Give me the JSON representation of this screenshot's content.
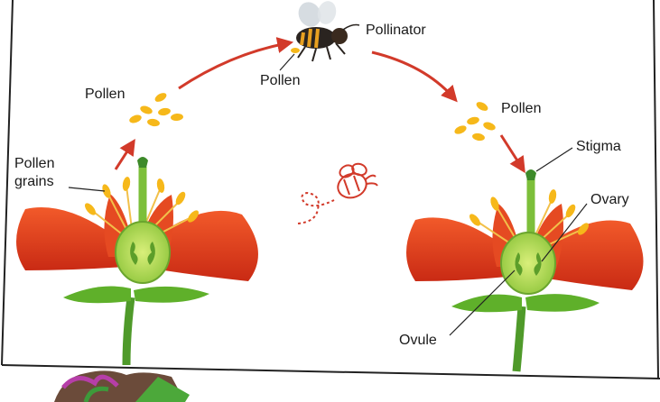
{
  "labels": {
    "pollinator": "Pollinator",
    "pollen_on_bee": "Pollen",
    "pollen_left": "Pollen",
    "pollen_right": "Pollen",
    "pollen_grains": "Pollen grains",
    "stigma": "Stigma",
    "ovary": "Ovary",
    "ovule": "Ovule"
  },
  "colors": {
    "petal": "#e8391f",
    "petal_dark": "#c42a14",
    "pollen": "#f6b81a",
    "stem": "#6cae2e",
    "arrow": "#d23a2a",
    "border": "#222222"
  },
  "icons": [
    "bee-icon",
    "dotted-bee-doodle-icon",
    "flower-left-icon",
    "flower-right-icon",
    "arrow-icon"
  ]
}
